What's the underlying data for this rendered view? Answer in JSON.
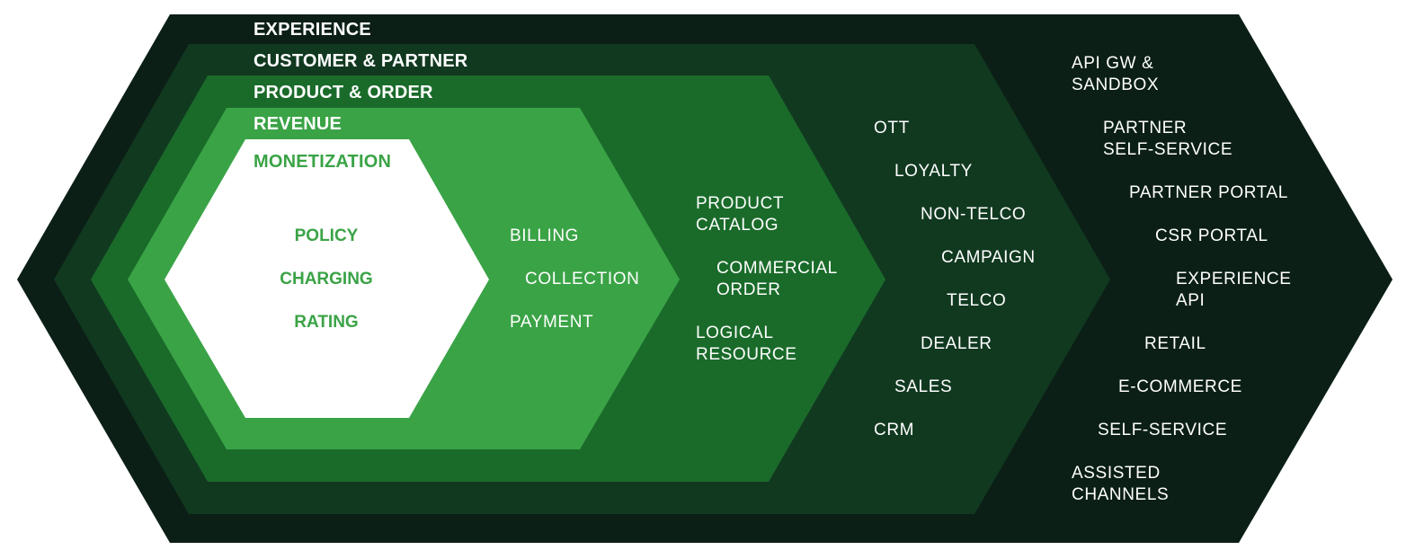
{
  "colors": {
    "experience": "#0b1f16",
    "customer_partner": "#113920",
    "product_order": "#1a6b2a",
    "revenue": "#3aa346",
    "monetization": "#ffffff",
    "title_light": "#ffffff",
    "title_core": "#3aa346",
    "item_light": "#ffffff",
    "item_core": "#3aa346"
  },
  "layers": {
    "experience": {
      "title": "EXPERIENCE",
      "items": [
        [
          "API GW &",
          "SANDBOX"
        ],
        [
          "PARTNER",
          "SELF-SERVICE"
        ],
        [
          "PARTNER PORTAL"
        ],
        [
          "CSR PORTAL"
        ],
        [
          "EXPERIENCE",
          "API"
        ],
        [
          "RETAIL"
        ],
        [
          "E-COMMERCE"
        ],
        [
          "SELF-SERVICE"
        ],
        [
          "ASSISTED",
          "CHANNELS"
        ]
      ]
    },
    "customer_partner": {
      "title": "CUSTOMER & PARTNER",
      "items": [
        [
          "OTT"
        ],
        [
          "LOYALTY"
        ],
        [
          "NON-TELCO"
        ],
        [
          "CAMPAIGN"
        ],
        [
          "TELCO"
        ],
        [
          "DEALER"
        ],
        [
          "SALES"
        ],
        [
          "CRM"
        ]
      ]
    },
    "product_order": {
      "title": "PRODUCT & ORDER",
      "items": [
        [
          "PRODUCT",
          "CATALOG"
        ],
        [
          "COMMERCIAL",
          "ORDER"
        ],
        [
          "LOGICAL",
          "RESOURCE"
        ]
      ]
    },
    "revenue": {
      "title": "REVENUE",
      "items": [
        [
          "BILLING"
        ],
        [
          "COLLECTION"
        ],
        [
          "PAYMENT"
        ]
      ]
    },
    "monetization": {
      "title": "MONETIZATION",
      "items": [
        [
          "POLICY"
        ],
        [
          "CHARGING"
        ],
        [
          "RATING"
        ]
      ]
    }
  }
}
